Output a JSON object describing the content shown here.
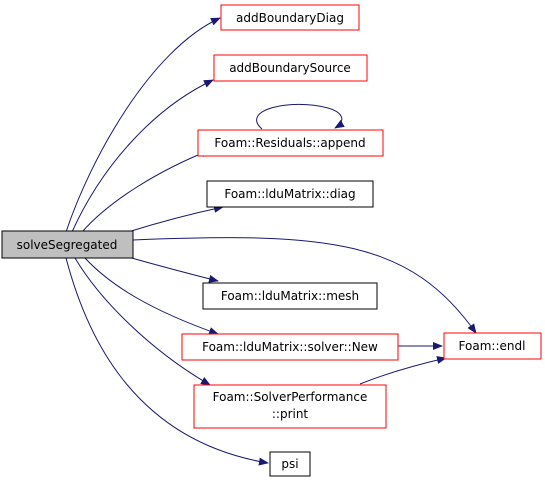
{
  "colors": {
    "edge": "#191970",
    "border_red": "#ff0000",
    "border_black": "#000000",
    "root_fill": "#bfbfbf",
    "node_fill": "#ffffff"
  },
  "nodes": {
    "root": {
      "label": "solveSegregated"
    },
    "addBoundaryDiag": {
      "label": "addBoundaryDiag"
    },
    "addBoundarySource": {
      "label": "addBoundarySource"
    },
    "residualsAppend": {
      "label": "Foam::Residuals::append"
    },
    "lduMatrixDiag": {
      "label": "Foam::lduMatrix::diag"
    },
    "lduMatrixMesh": {
      "label": "Foam::lduMatrix::mesh"
    },
    "lduMatrixSolverNew": {
      "label": "Foam::lduMatrix::solver::New"
    },
    "solverPerformancePrint": {
      "line1": "Foam::SolverPerformance",
      "line2": "::print"
    },
    "psi": {
      "label": "psi"
    },
    "endl": {
      "label": "Foam::endl"
    }
  }
}
